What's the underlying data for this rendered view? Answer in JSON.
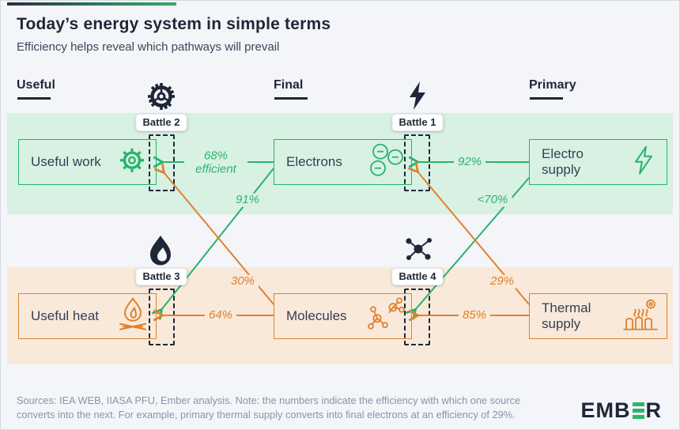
{
  "page": {
    "title": "Today’s energy system in simple terms",
    "subtitle": "Efficiency helps reveal which pathways will prevail"
  },
  "columns": {
    "useful": "Useful",
    "final": "Final",
    "primary": "Primary"
  },
  "battles": {
    "b1": "Battle 1",
    "b2": "Battle 2",
    "b3": "Battle 3",
    "b4": "Battle 4"
  },
  "nodes": {
    "useful_work": {
      "label": "Useful work",
      "icon": "gear-icon"
    },
    "electrons": {
      "label": "Electrons",
      "icon": "electrons-icon"
    },
    "electro_supply": {
      "label": "Electro supply",
      "icon": "lightning-icon"
    },
    "useful_heat": {
      "label": "Useful heat",
      "icon": "campfire-icon"
    },
    "molecules": {
      "label": "Molecules",
      "icon": "molecules-icon"
    },
    "thermal_supply": {
      "label": "Thermal supply",
      "icon": "thermal-plant-icon"
    }
  },
  "flows": {
    "electro_to_electrons": {
      "from": "Electro supply",
      "to": "Electrons",
      "label": "92%",
      "color": "#27b36c"
    },
    "electrons_to_work": {
      "from": "Electrons",
      "to": "Useful work",
      "label": "68% efficient",
      "color": "#27b36c"
    },
    "electrons_to_heat": {
      "from": "Electrons",
      "to": "Useful heat",
      "label": "91%",
      "color": "#27b36c"
    },
    "electro_to_molecules": {
      "from": "Electro supply",
      "to": "Molecules",
      "label": "<70%",
      "color": "#27b36c"
    },
    "thermal_to_molecules": {
      "from": "Thermal supply",
      "to": "Molecules",
      "label": "85%",
      "color": "#e0812c"
    },
    "thermal_to_electrons": {
      "from": "Thermal supply",
      "to": "Electrons",
      "label": "29%",
      "color": "#e0812c"
    },
    "molecules_to_heat": {
      "from": "Molecules",
      "to": "Useful heat",
      "label": "64%",
      "color": "#e0812c"
    },
    "molecules_to_work": {
      "from": "Molecules",
      "to": "Useful work",
      "label": "30%",
      "color": "#e0812c"
    }
  },
  "colors": {
    "navy": "#1e2738",
    "green": "#27b36c",
    "orange": "#e0812c",
    "green_band": "#d8f1e2",
    "orange_band": "#f9e9da",
    "background": "#f3f5f9"
  },
  "footer": {
    "note": "Sources: IEA WEB, IIASA PFU, Ember analysis. Note: the numbers indicate the efficiency with which one source converts into the next. For example, primary thermal supply converts into final electrons at an efficiency of 29%.",
    "logo_part1": "EMB",
    "logo_part2": "R"
  }
}
